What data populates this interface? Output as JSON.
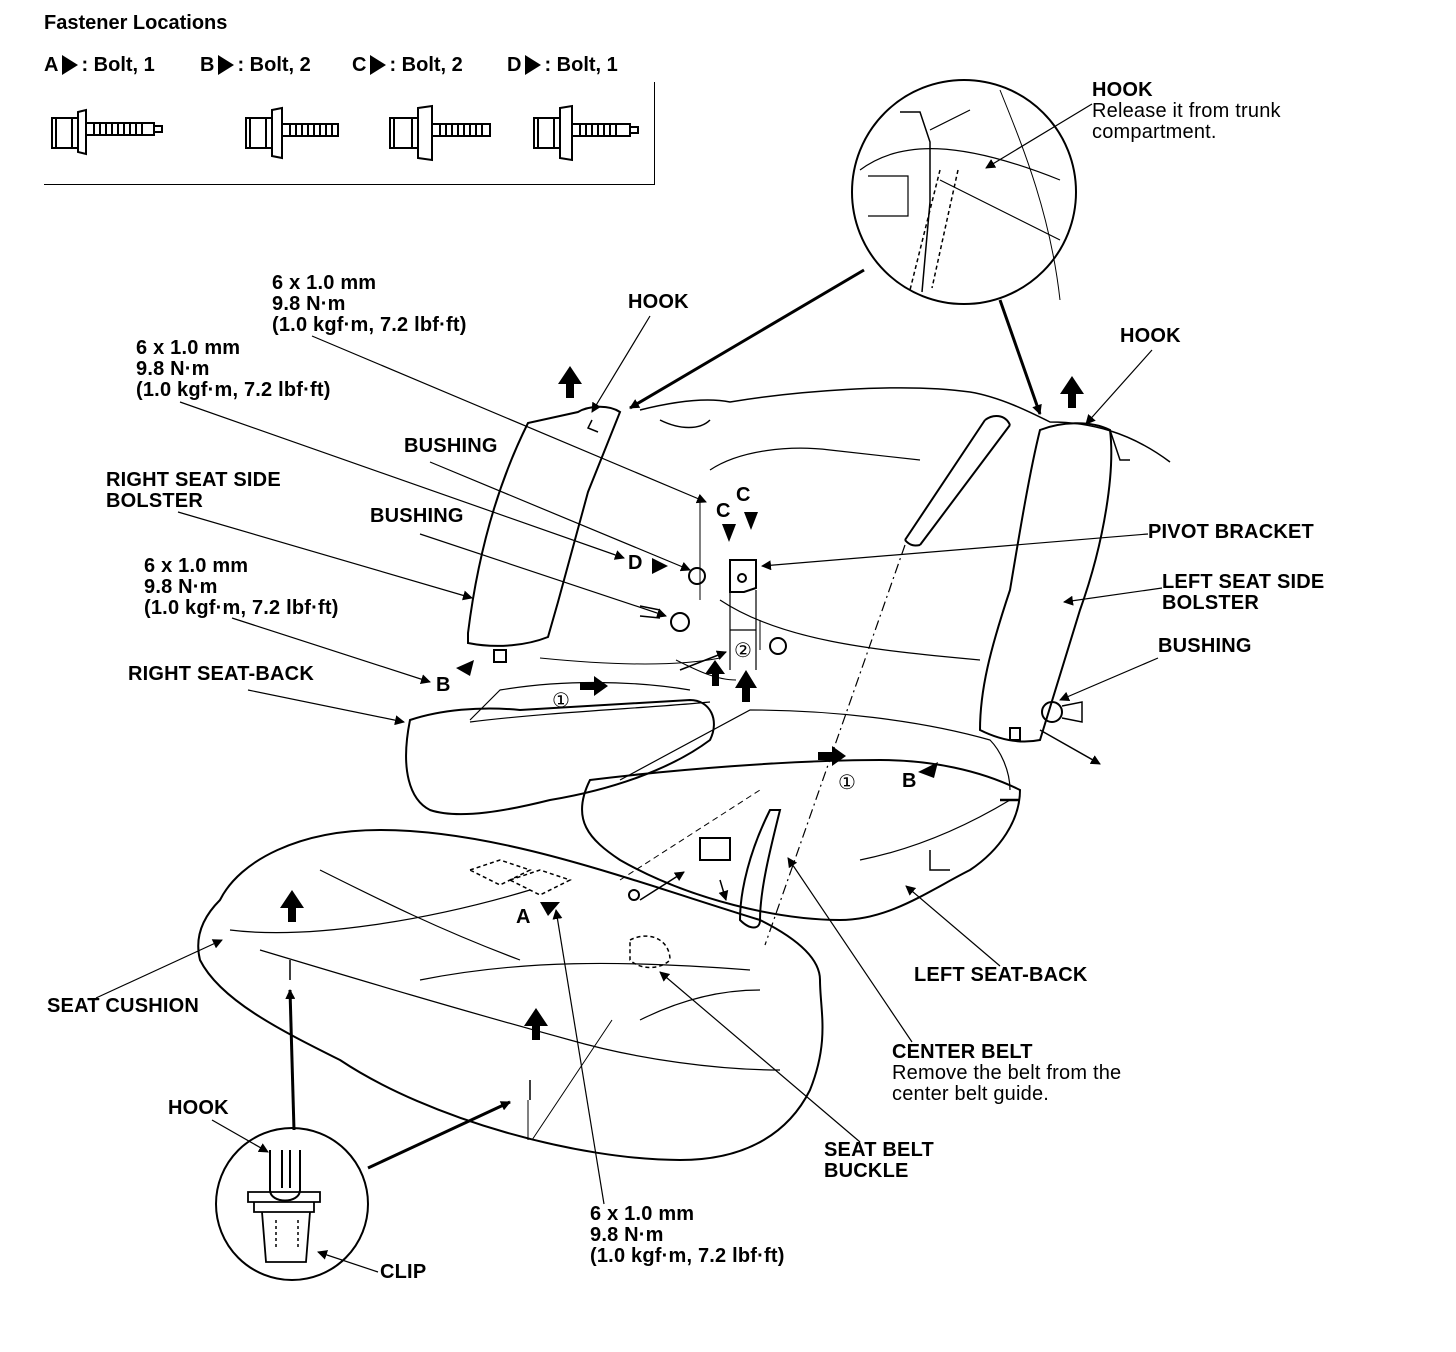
{
  "fastener": {
    "title": "Fastener Locations",
    "items": [
      {
        "letter": "A",
        "text": ": Bolt, 1"
      },
      {
        "letter": "B",
        "text": ": Bolt, 2"
      },
      {
        "letter": "C",
        "text": ": Bolt, 2"
      },
      {
        "letter": "D",
        "text": ": Bolt, 1"
      }
    ]
  },
  "labels": {
    "hook_top_title": "HOOK",
    "hook_top_note_1": "Release it from trunk",
    "hook_top_note_2": "compartment.",
    "hook_left": "HOOK",
    "hook_right": "HOOK",
    "torque_1a": "6 x 1.0 mm",
    "torque_1b": "9.8 N·m",
    "torque_1c": "(1.0 kgf·m, 7.2 lbf·ft)",
    "torque_2a": "6 x 1.0 mm",
    "torque_2b": "9.8 N·m",
    "torque_2c": "(1.0 kgf·m, 7.2 lbf·ft)",
    "torque_3a": "6 x 1.0 mm",
    "torque_3b": "9.8 N·m",
    "torque_3c": "(1.0 kgf·m, 7.2 lbf·ft)",
    "torque_4a": "6 x 1.0 mm",
    "torque_4b": "9.8 N·m",
    "torque_4c": "(1.0 kgf·m, 7.2 lbf·ft)",
    "bushing_1": "BUSHING",
    "bushing_2": "BUSHING",
    "bushing_3": "BUSHING",
    "right_bolster_1": "RIGHT SEAT SIDE",
    "right_bolster_2": "BOLSTER",
    "left_bolster_1": "LEFT SEAT SIDE",
    "left_bolster_2": "BOLSTER",
    "pivot_bracket": "PIVOT BRACKET",
    "right_seat_back": "RIGHT SEAT-BACK",
    "left_seat_back": "LEFT SEAT-BACK",
    "seat_cushion": "SEAT CUSHION",
    "center_belt_title": "CENTER BELT",
    "center_belt_note_1": "Remove the belt from the",
    "center_belt_note_2": "center belt guide.",
    "buckle_1": "SEAT BELT",
    "buckle_2": "BUCKLE",
    "hook_bottom": "HOOK",
    "clip": "CLIP"
  },
  "tags": {
    "a": "A",
    "b1": "B",
    "b2": "B",
    "c1": "C",
    "c2": "C",
    "d": "D",
    "step1a": "①",
    "step1b": "①",
    "step2": "②"
  }
}
